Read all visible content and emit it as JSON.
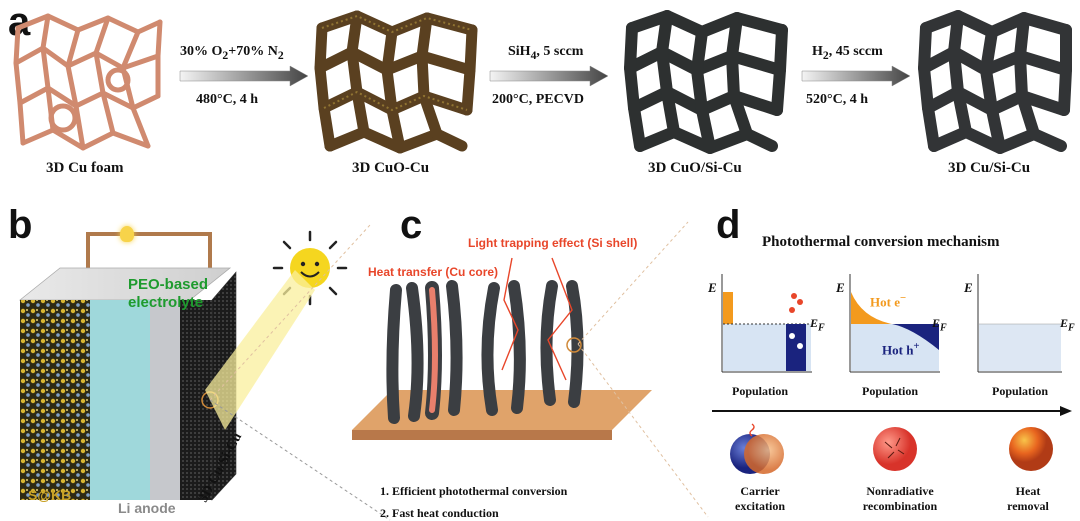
{
  "panel_a": {
    "letter": "a",
    "stages": [
      {
        "label": "3D Cu foam",
        "color": "#d08a6f"
      },
      {
        "label": "3D CuO-Cu",
        "color": "#5a4020"
      },
      {
        "label": "3D CuO/Si-Cu",
        "color": "#2d3030"
      },
      {
        "label": "3D Cu/Si-Cu",
        "color": "#323436"
      }
    ],
    "steps": [
      {
        "top_main": "30% O",
        "top_sub1": "2",
        "top_mid": "+70% N",
        "top_sub2": "2",
        "bottom": "480°C, 4 h"
      },
      {
        "top_main": "SiH",
        "top_sub1": "4",
        "top_mid": ", 5 sccm",
        "top_sub2": "",
        "bottom": "200°C, PECVD"
      },
      {
        "top_main": "H",
        "top_sub1": "2",
        "top_mid": ", 45 sccm",
        "top_sub2": "",
        "bottom": "520°C, 4 h"
      }
    ]
  },
  "panel_b": {
    "letter": "b",
    "electrolyte_line1": "PEO-based",
    "electrolyte_line2": "electrolyte",
    "cathode_label": "S@KB",
    "anode_label": "Li anode",
    "current_collector_label": "3D Cu/Si-Cu"
  },
  "panel_c": {
    "letter": "c",
    "light_trapping": "Light trapping effect (Si shell)",
    "heat_transfer": "Heat transfer (Cu core)",
    "point1": "1. Efficient photothermal conversion",
    "point2": "2. Fast heat conduction"
  },
  "panel_d": {
    "letter": "d",
    "title": "Photothermal conversion mechanism",
    "axis_e": "E",
    "axis_ef": "E",
    "ef_sub": "F",
    "hot_e": "Hot e",
    "hot_e_sup": "−",
    "hot_h": "Hot h",
    "hot_h_sup": "+",
    "population": "Population",
    "steps": [
      {
        "line1": "Carrier",
        "line2": "excitation"
      },
      {
        "line1": "Nonradiative",
        "line2": "recombination"
      },
      {
        "line1": "Heat",
        "line2": "removal"
      }
    ]
  },
  "colors": {
    "accent_red": "#e8462a",
    "green": "#1e9b2e",
    "gold": "#c9a227",
    "copper": "#d08a6f",
    "navy": "#1a237e",
    "orange": "#f39a1e"
  }
}
